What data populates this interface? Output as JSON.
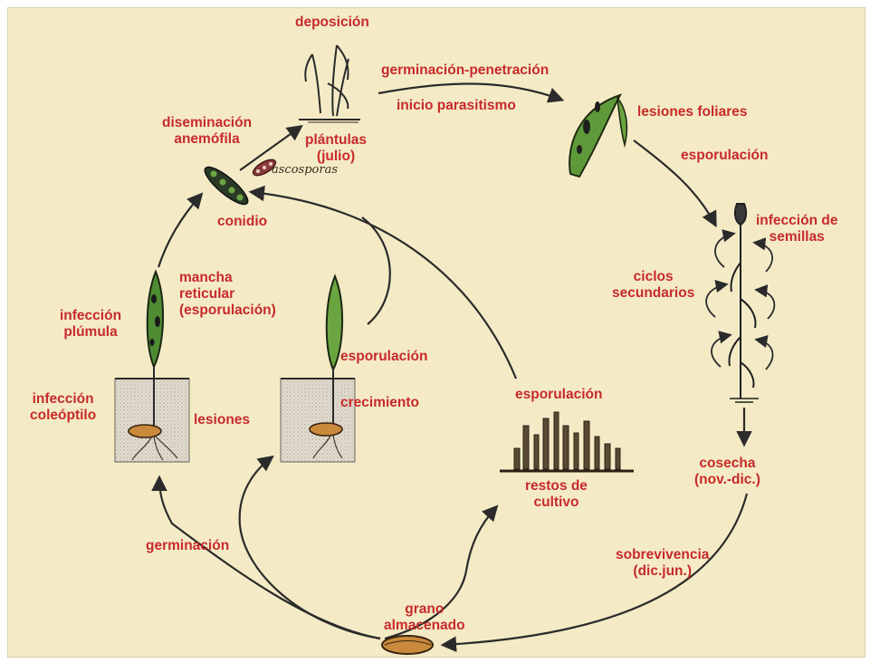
{
  "labels": {
    "deposicion": "deposición",
    "germinacion_penetracion": "germinación-penetración",
    "inicio_parasitismo": "inicio parasitismo",
    "lesiones_foliares": "lesiones foliares",
    "esporulacion_top": "esporulación",
    "infeccion_semillas": "infección de\nsemillas",
    "ciclos_secundarios": "ciclos\nsecundarios",
    "cosecha": "cosecha\n(nov.-dic.)",
    "sobrevivencia": "sobrevivencia\n(dic.jun.)",
    "grano_almacenado": "grano\nalmacenado",
    "restos_cultivo": "restos de\ncultivo",
    "esporulacion_restos": "esporulación",
    "germinacion": "germinación",
    "infeccion_coleoptilo": "infección\ncoleóptilo",
    "lesiones": "lesiones",
    "infeccion_plumula": "infección\nplúmula",
    "mancha_reticular": "mancha\nreticular\n(esporulación)",
    "esporulacion_mid": "esporulación",
    "crecimiento": "crecimiento",
    "conidio": "conidio",
    "diseminacion": "diseminación\nanemófila",
    "plantulas": "plántulas\n(julio)",
    "ascosporas": "ascosporas"
  },
  "colors": {
    "background": "#f4ebc6",
    "label": "#c72a2a",
    "arrow": "#2b2b2b",
    "leaf_green": "#5f9a3a",
    "soil": "#d7d2c2",
    "seed": "#c98a3b"
  }
}
